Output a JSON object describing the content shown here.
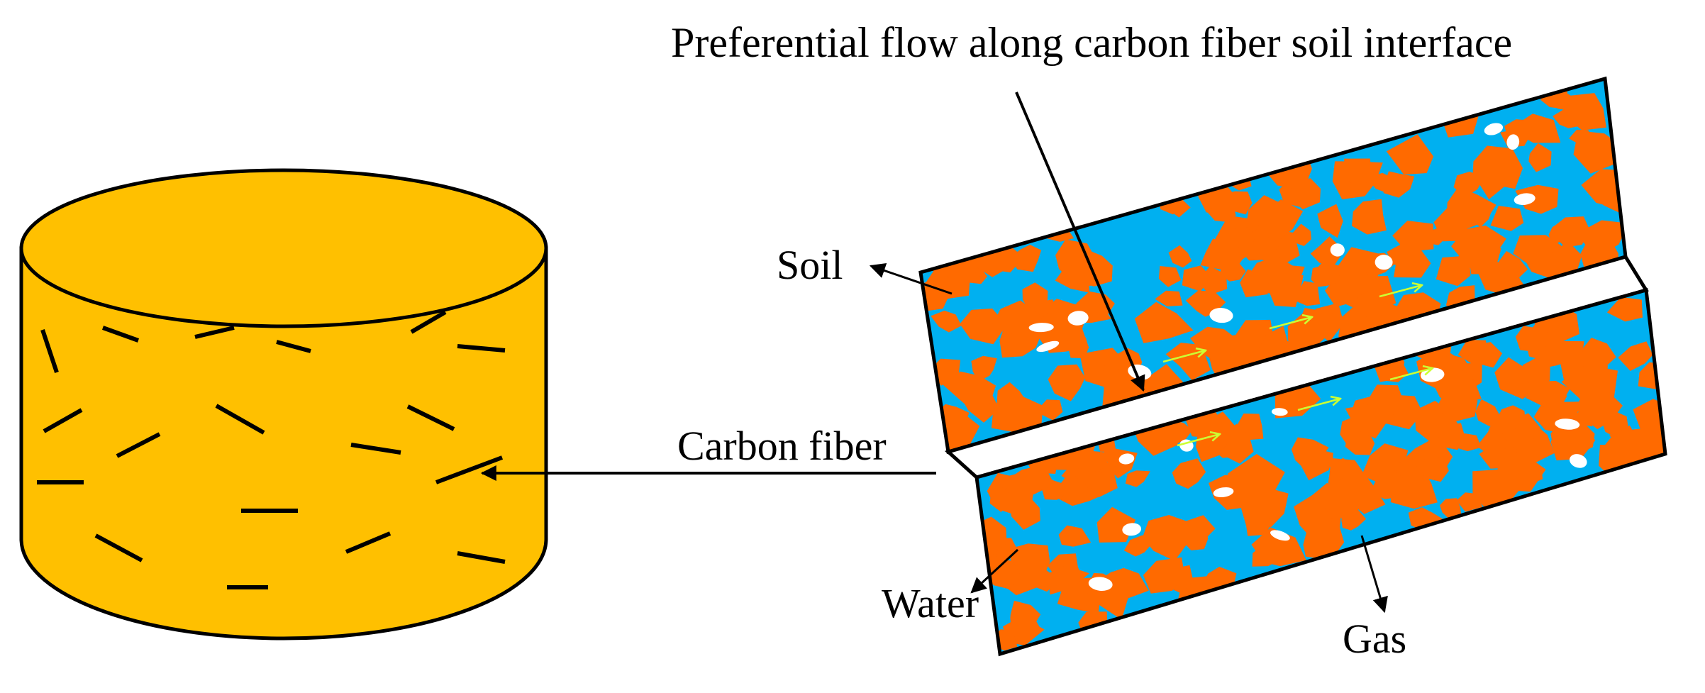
{
  "labels": {
    "title": "Preferential flow along carbon fiber soil interface",
    "soil": "Soil",
    "carbon_fiber": "Carbon fiber",
    "water": "Water",
    "gas": "Gas"
  },
  "colors": {
    "cylinder_fill": "#ffc000",
    "water": "#00b0f0",
    "soil_particles": "#ff6a00",
    "gas_bubbles": "#ffffff",
    "flow_arrows": "#ccff33",
    "outline": "#000000"
  }
}
